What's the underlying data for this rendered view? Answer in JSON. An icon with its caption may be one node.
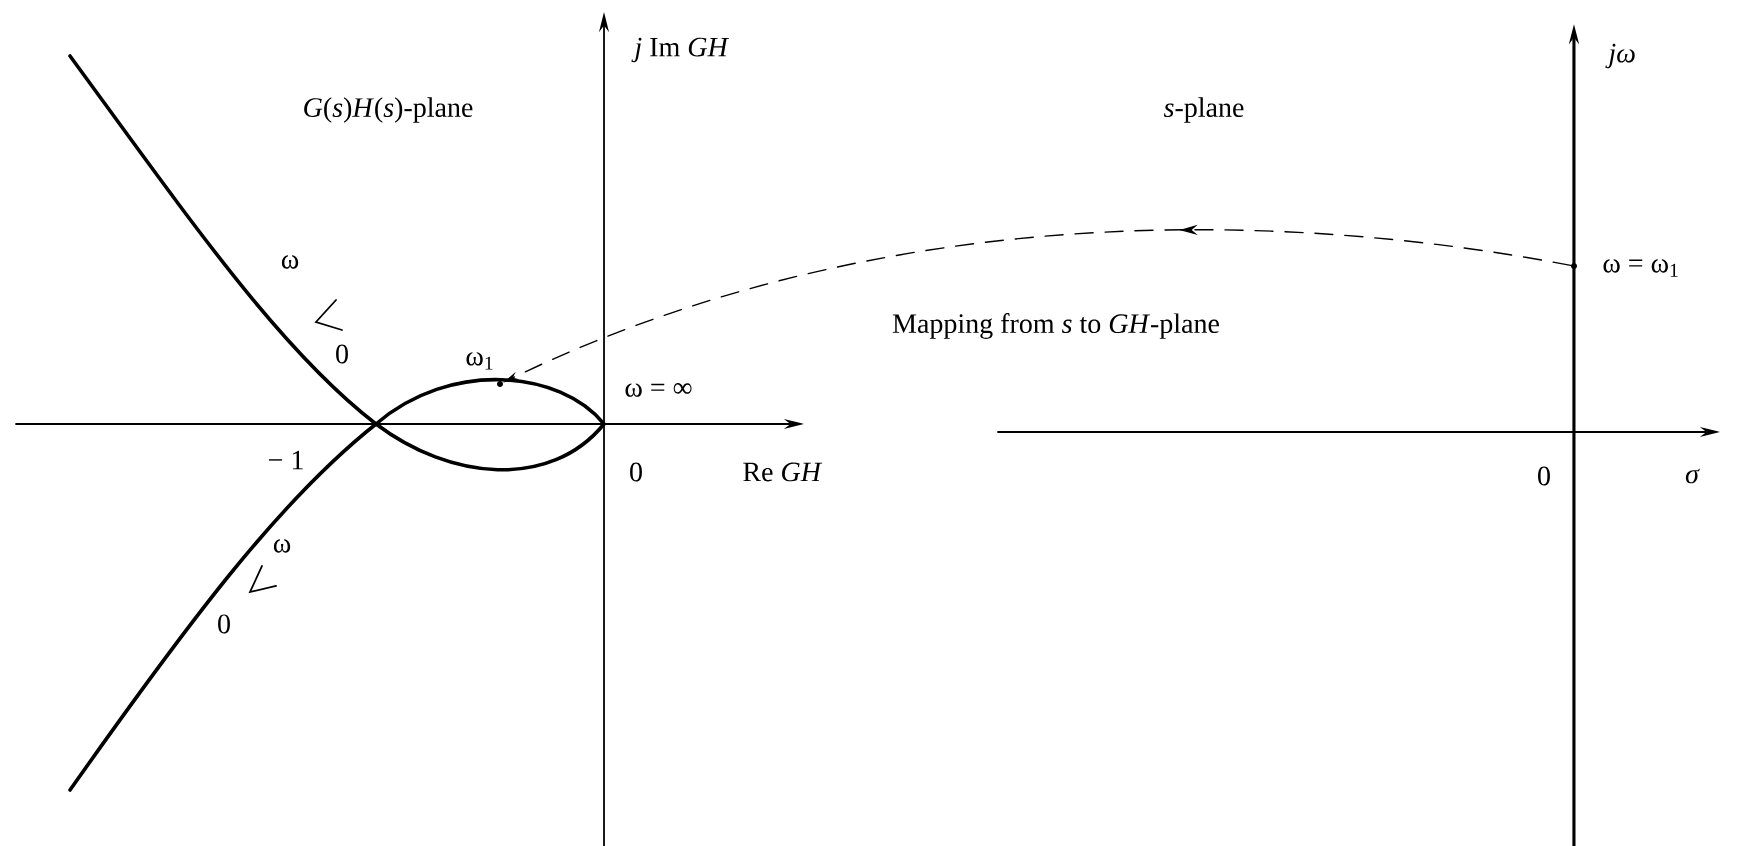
{
  "diagram": {
    "nodes": [
      {
        "text": [],
        "shape": "point",
        "beside": [
          "ω = ω$_{1}$"
        ]
      },
      {
        "text": [],
        "shape": "point",
        "beside": [
          "ω$_{1}$"
        ]
      }
    ],
    "edges": [
      {
        "from": 0,
        "to": 1,
        "arrow": "to",
        "style": "dashed",
        "label": "Mapping from *s* to *GH*-plane"
      }
    ],
    "labels": [
      "*j* Im *GH*",
      "*G*(*s*)*H*(*s*)-plane",
      "ω",
      "0",
      "ω = ∞",
      "− 1",
      "0",
      "Re *GH*",
      "ω",
      "0",
      "*s*-plane",
      "jω",
      "0",
      "σ"
    ]
  }
}
